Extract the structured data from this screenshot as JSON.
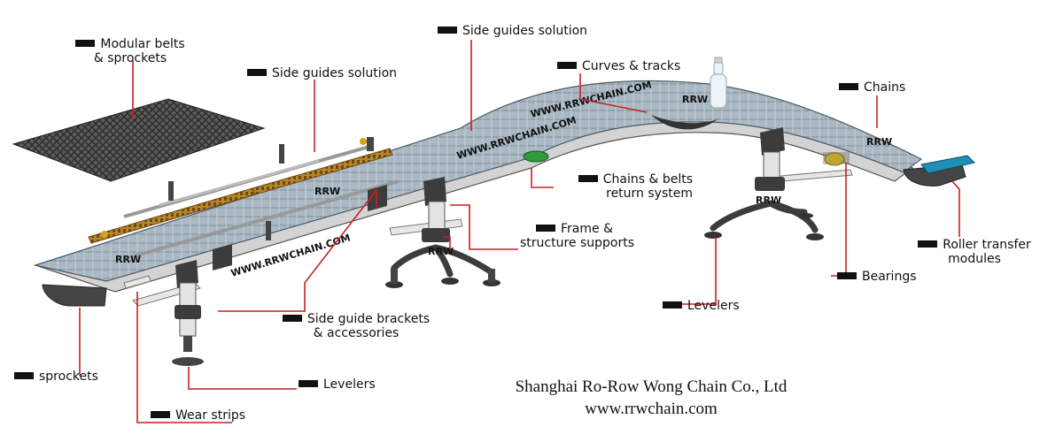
{
  "labels": {
    "modular_belts": [
      "Modular belts",
      "& sprockets"
    ],
    "side_guides_1": "Side guides solution",
    "side_guides_2": "Side guides solution",
    "curves_tracks": "Curves & tracks",
    "chains": "Chains",
    "chains_belts_return": [
      "Chains & belts",
      "return system"
    ],
    "frame_supports": [
      "Frame &",
      "structure supports"
    ],
    "roller_transfer": [
      "Roller transfer",
      "modules"
    ],
    "bearings": "Bearings",
    "levelers_right": "Levelers",
    "side_guide_brackets": [
      "Side guide brackets",
      "& accessories"
    ],
    "sprockets": "sprockets",
    "levelers_left": "Levelers",
    "wear_strips": "Wear strips"
  },
  "belt_marks": {
    "rrw_1": "RRW",
    "rrw_2": "RRW",
    "rrw_3": "RRW",
    "rrw_4": "RRW",
    "rrw_5": "RRW",
    "www_1": "WWW.RRWCHAIN.COM",
    "www_2": "WWW.RRWCHAIN.COM",
    "www_3": "WWW.RRWCHAIN.COM"
  },
  "footer": {
    "company": "Shanghai Ro-Row Wong Chain Co., Ltd",
    "url": "www.rrwchain.com"
  },
  "colors": {
    "leader_line": "#cc1f1f",
    "belt": "#a9b8c3",
    "frame": "#c8c8c8",
    "dark_metal": "#3c3c3c",
    "guide_rail": "#8a6d3b",
    "bearing": "#f2d21b",
    "return_roller": "#2e9a3a",
    "transfer_module": "#1f8fb5"
  }
}
